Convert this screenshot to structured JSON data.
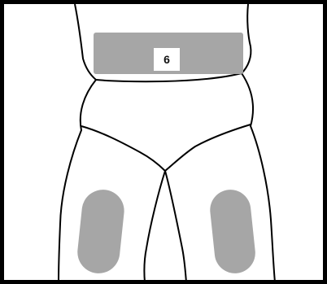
{
  "diagram": {
    "region_label": "6",
    "colors": {
      "background": "#ffffff",
      "outline": "#000000",
      "injection_area": "#a6a6a6",
      "label_background": "#ffffff"
    },
    "regions": [
      "abdomen",
      "left-thigh",
      "right-thigh"
    ]
  }
}
